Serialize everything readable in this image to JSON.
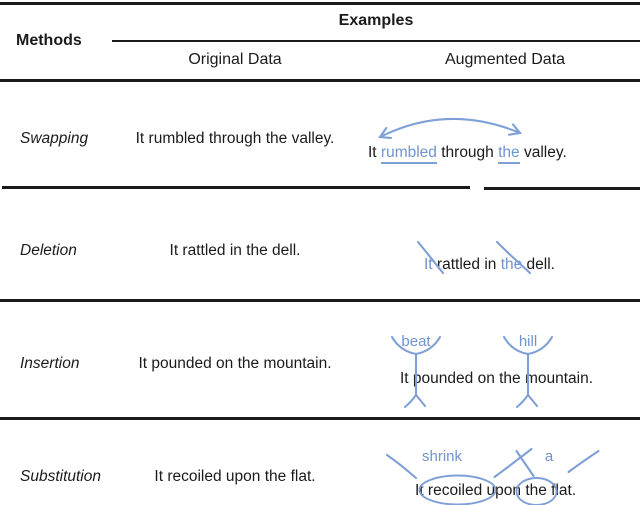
{
  "header": {
    "methods": "Methods",
    "examples": "Examples",
    "original_data": "Original Data",
    "augmented_data": "Augmented Data"
  },
  "colors": {
    "annotation_stroke": "#7fa0d6",
    "annotation_text": "#6f94cf",
    "ink": "#1a1a1a"
  },
  "rows": [
    {
      "method": "Swapping",
      "original": "It rumbled through the valley.",
      "tokens": [
        "It ",
        "rumbled",
        " through ",
        "the",
        " valley."
      ]
    },
    {
      "method": "Deletion",
      "original": "It rattled in the dell.",
      "tokens": [
        "It",
        " rattled in ",
        "the",
        " dell."
      ]
    },
    {
      "method": "Insertion",
      "original": "It pounded on the mountain.",
      "augmented_text": "It pounded on the mountain.",
      "insertions": [
        "beat",
        "hill"
      ]
    },
    {
      "method": "Substitution",
      "original": "It recoiled upon the flat.",
      "tokens": [
        "It ",
        "recoiled",
        " upon ",
        "the",
        " flat."
      ],
      "substitutions": [
        "shrink",
        "a"
      ]
    }
  ]
}
